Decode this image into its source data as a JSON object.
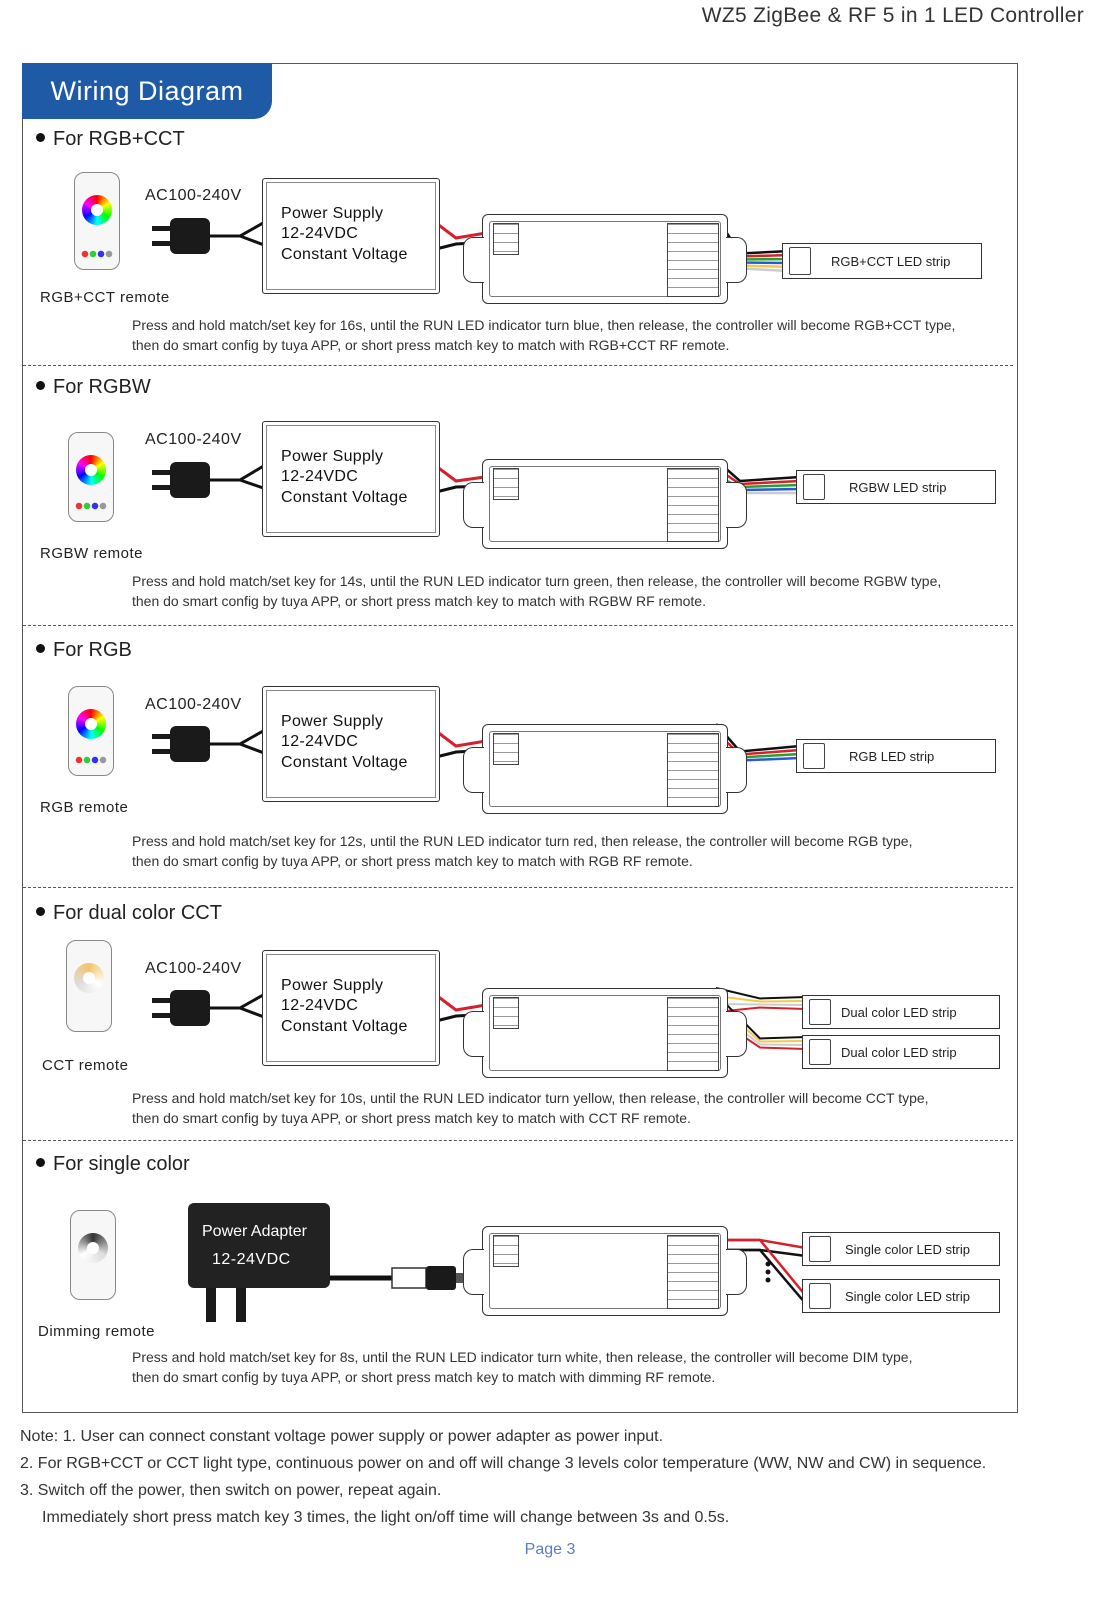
{
  "doc_title": "WZ5   ZigBee & RF 5 in 1 LED Controller",
  "header": "Wiring Diagram",
  "ac_label": "AC100-240V",
  "power_supply": [
    "Power Supply",
    "12-24VDC",
    "Constant Voltage"
  ],
  "sections": [
    {
      "title": "For RGB+CCT",
      "remote": "RGB+CCT remote",
      "strips": [
        "RGB+CCT LED strip"
      ],
      "instr1": "Press and hold match/set key for 16s, until the RUN LED indicator turn blue, then release, the controller will become RGB+CCT type,",
      "instr2": "then  do  smart  config by  tuya  APP,  or  short press match key to match  with RGB+CCT  RF  remote."
    },
    {
      "title": "For RGBW",
      "remote": "RGBW remote",
      "strips": [
        "RGBW LED strip"
      ],
      "instr1": "Press and hold match/set key for 14s, until the RUN LED indicator turn green, then release, the controller will become RGBW type,",
      "instr2": "then do  smart  config by  tuya  APP,  or  short press match key to match  with RGBW  RF  remote."
    },
    {
      "title": "For RGB",
      "remote": "RGB remote",
      "strips": [
        "RGB LED strip"
      ],
      "instr1": "Press and hold match/set key for 12s, until the RUN LED indicator turn red, then release, the controller will become RGB type,",
      "instr2": "then  do  smart  config by  tuya  APP,  or  short press match key to match  with RGB  RF  remote."
    },
    {
      "title": "For dual color CCT",
      "remote": "CCT remote",
      "strips": [
        "Dual color LED strip",
        "Dual color LED strip"
      ],
      "instr1": "Press and hold match/set key for 10s, until the RUN LED indicator turn yellow, then release, the controller will become CCT type,",
      "instr2": "then  do  smart  config by  tuya  APP,  or  short press match key to match  with CCT  RF  remote."
    },
    {
      "title": "For single color",
      "remote": "Dimming remote",
      "strips": [
        "Single color LED strip",
        "Single color LED strip"
      ],
      "instr1": "Press and hold match/set key for 8s, until the RUN LED indicator turn white, then release, the controller will become DIM type,",
      "instr2": "then  do  smart  config by  tuya  APP,  or  short press match key to match with dimming  RF  remote."
    }
  ],
  "adapter": [
    "Power Adapter",
    "12-24VDC"
  ],
  "notes": [
    "Note:  1. User can connect constant voltage power supply or power adapter as power input.",
    "2. For RGB+CCT or CCT light type, continuous power on and off will change 3 levels color temperature (WW, NW and CW) in sequence.",
    "3. Switch off the power, then switch on power, repeat again.",
    "Immediately short press match key 3 times, the light on/off time will change between 3s and 0.5s."
  ],
  "page": "Page 3",
  "colors": {
    "header_bg": "#1e5aa6",
    "page_num": "#5a7fc0",
    "wire_red": "#d6202a",
    "wire_black": "#111111"
  }
}
